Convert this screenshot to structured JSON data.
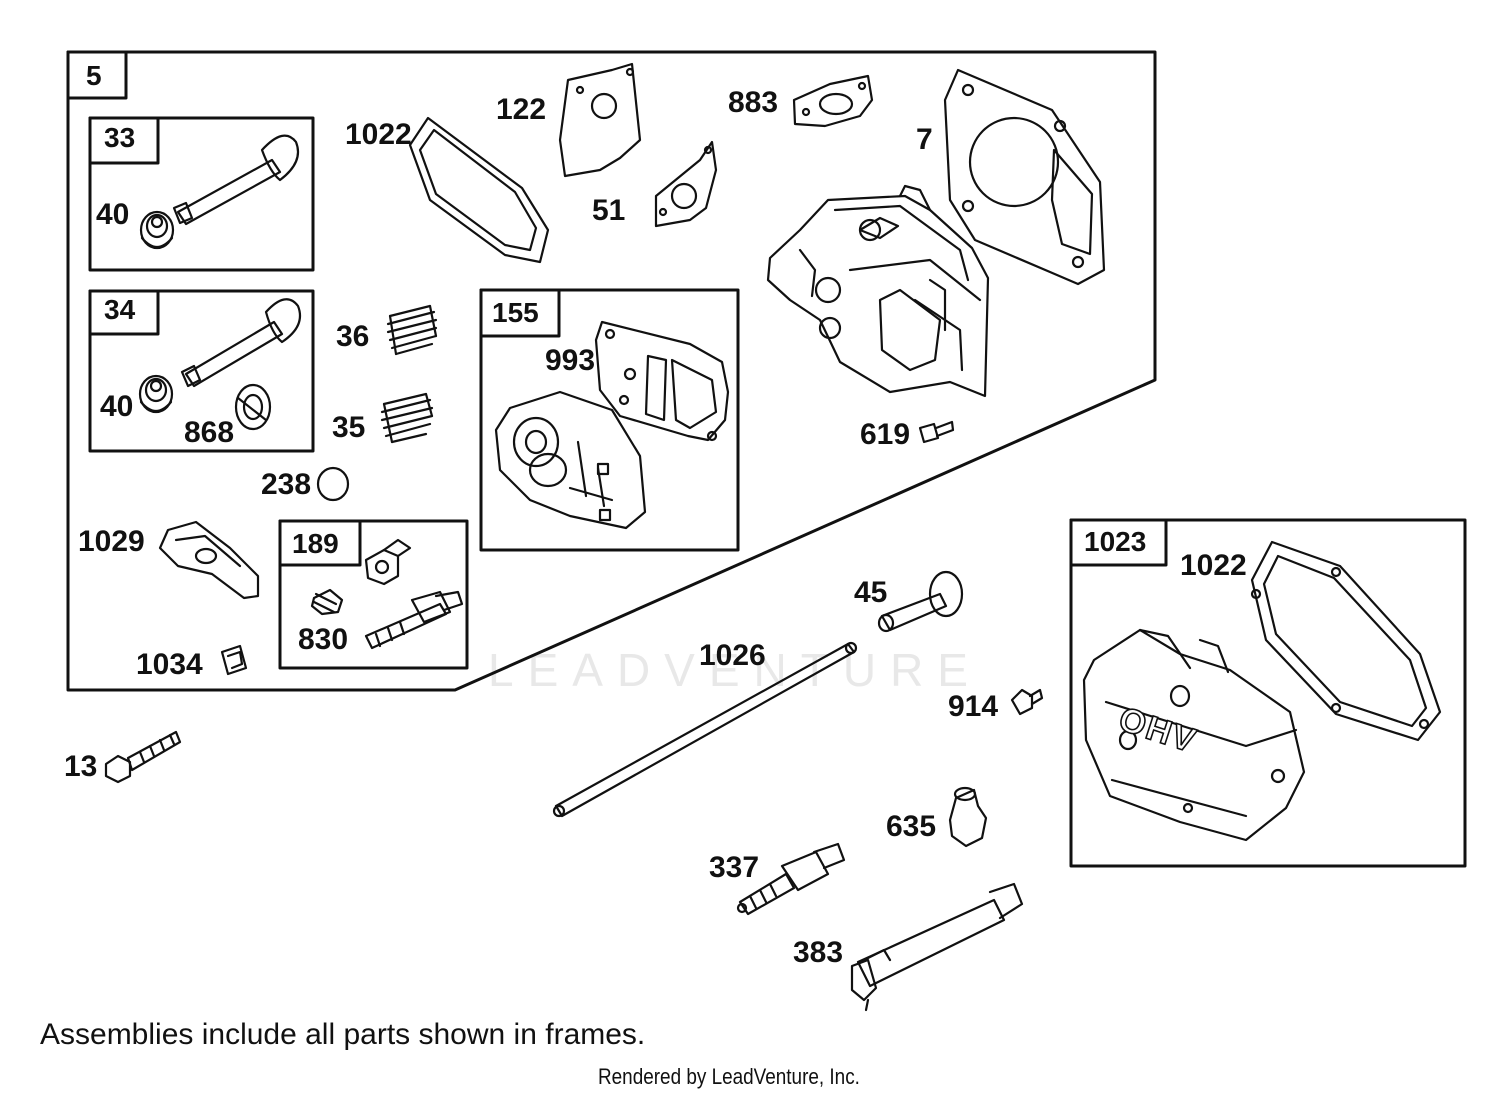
{
  "frames": {
    "main": "5",
    "intake_valve": "33",
    "exhaust_valve": "34",
    "gasket_kit": "155",
    "rocker_kit": "189",
    "cover_kit": "1023"
  },
  "parts": {
    "p40a": "40",
    "p40b": "40",
    "p868": "868",
    "p1022a": "1022",
    "p122": "122",
    "p51": "51",
    "p883": "883",
    "p7": "7",
    "p36": "36",
    "p35": "35",
    "p238": "238",
    "p993": "993",
    "p619": "619",
    "p1029": "1029",
    "p830": "830",
    "p1034": "1034",
    "p45": "45",
    "p1026": "1026",
    "p1022b": "1022",
    "p914": "914",
    "p13": "13",
    "p635": "635",
    "p337": "337",
    "p383": "383"
  },
  "watermark": "LEADVENTURE",
  "note": "Assemblies include all parts shown in frames.",
  "credit": "Rendered by LeadVenture, Inc.",
  "cover_lettering": "OHV"
}
